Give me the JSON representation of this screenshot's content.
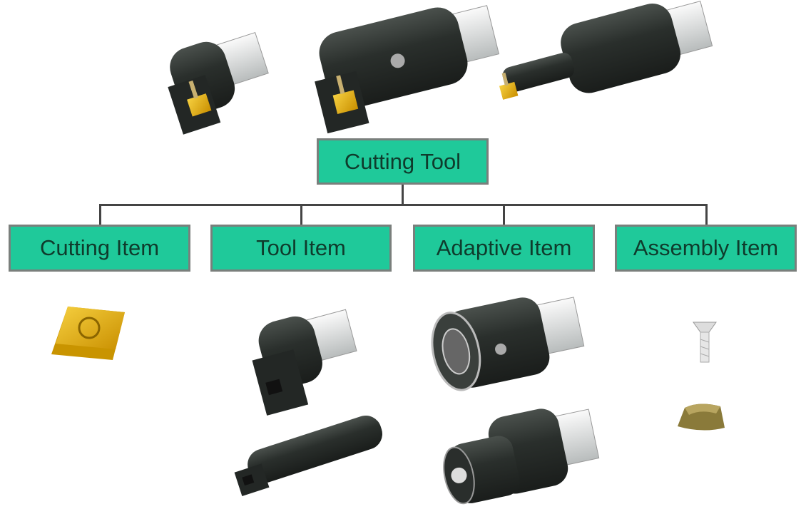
{
  "root": {
    "label": "Cutting Tool"
  },
  "children": [
    {
      "label": "Cutting Item"
    },
    {
      "label": "Tool Item"
    },
    {
      "label": "Adaptive Item"
    },
    {
      "label": "Assembly Item"
    }
  ],
  "colors": {
    "box_fill": "#1fc99a",
    "box_border": "#7a7f7c",
    "tool_body": "#2b302d",
    "insert": "#e8b612",
    "shank": "#e4e6e6"
  }
}
